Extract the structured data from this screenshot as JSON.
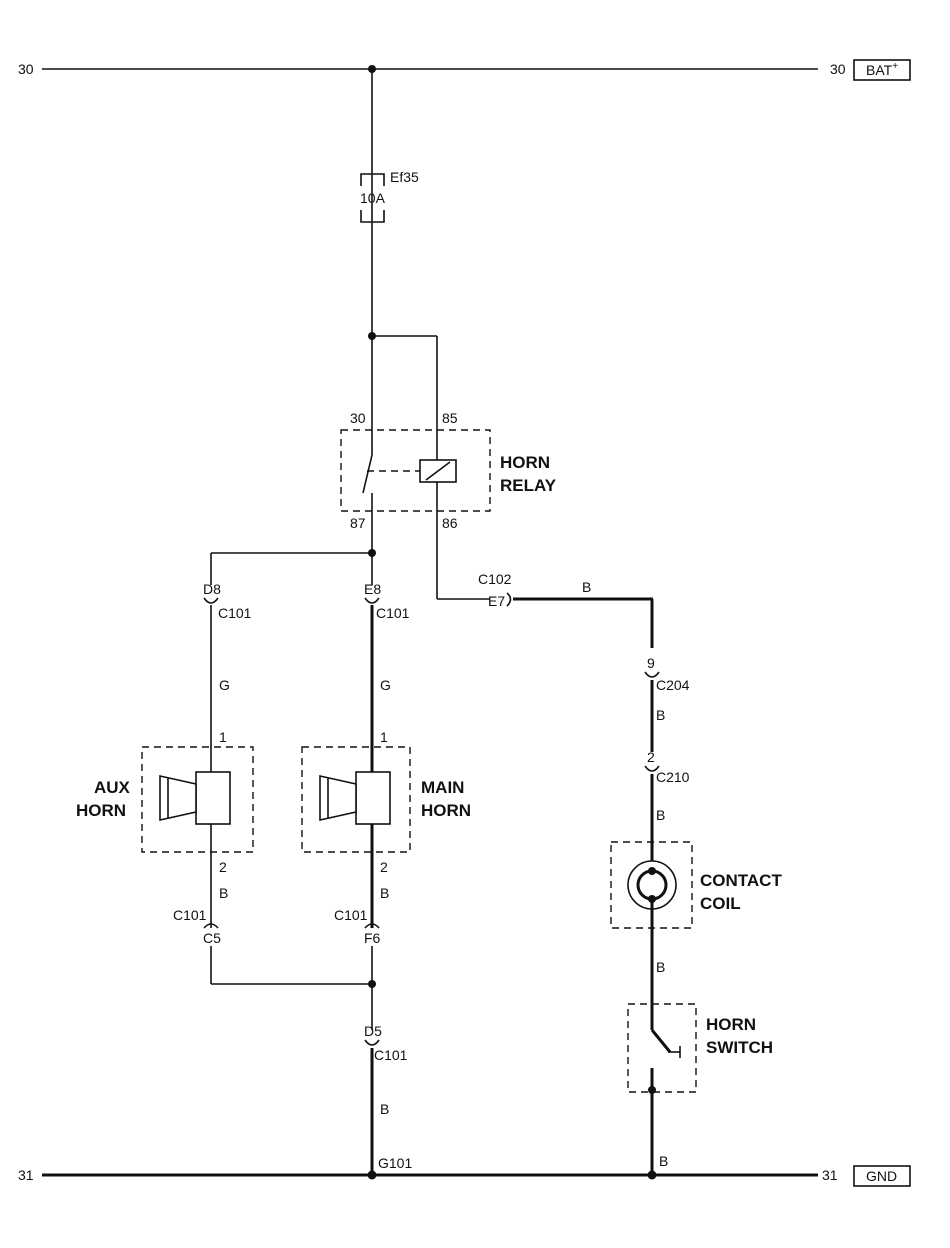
{
  "power": {
    "left_terminal": "30",
    "right_terminal": "30",
    "tag": "BAT",
    "tag_sup": "+"
  },
  "ground": {
    "left_terminal": "31",
    "right_terminal": "31",
    "tag": "GND",
    "ground_point": "G101",
    "wire_color": "B"
  },
  "fuse": {
    "name": "Ef35",
    "rating": "10A"
  },
  "relay": {
    "title_line1": "HORN",
    "title_line2": "RELAY",
    "pin_30": "30",
    "pin_85": "85",
    "pin_87": "87",
    "pin_86": "86"
  },
  "aux_horn": {
    "title_line1": "AUX",
    "title_line2": "HORN",
    "top_pin": "D8",
    "top_connector": "C101",
    "top_wire_color": "G",
    "pin1": "1",
    "pin2": "2",
    "bottom_wire_color": "B",
    "bottom_connector": "C101",
    "bottom_pin": "C5"
  },
  "main_horn": {
    "title_line1": "MAIN",
    "title_line2": "HORN",
    "top_pin": "E8",
    "top_connector": "C101",
    "top_wire_color": "G",
    "pin1": "1",
    "pin2": "2",
    "bottom_wire_color": "B",
    "bottom_connector": "C101",
    "bottom_pin": "F6"
  },
  "ground_branch": {
    "pin": "D5",
    "connector": "C101",
    "wire_color": "B"
  },
  "relay_control": {
    "connector": "C102",
    "pin": "E7",
    "wire_color": "B"
  },
  "contact_coil": {
    "title_line1": "CONTACT",
    "title_line2": "COIL",
    "conn1_pin": "9",
    "conn1": "C204",
    "wire1_color": "B",
    "conn2_pin": "2",
    "conn2": "C210",
    "wire2_color": "B",
    "wire3_color": "B"
  },
  "horn_switch": {
    "title_line1": "HORN",
    "title_line2": "SWITCH"
  }
}
